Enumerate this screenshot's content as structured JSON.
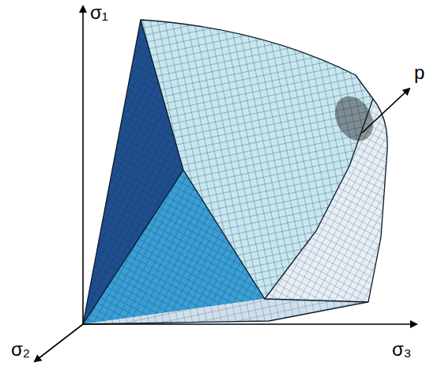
{
  "diagram": {
    "labels": [
      "σ₁",
      "σ₂",
      "σ₃",
      "p"
    ]
  }
}
